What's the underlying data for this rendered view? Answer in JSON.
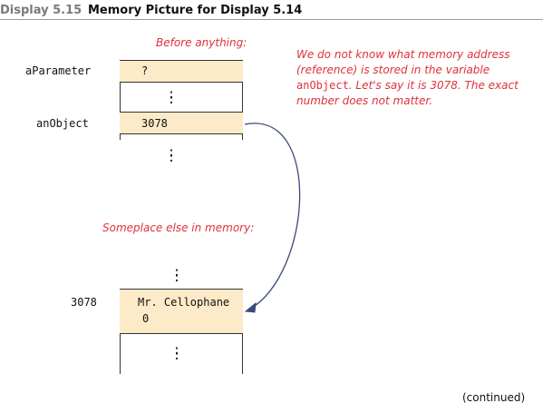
{
  "header": {
    "label": "Display 5.15",
    "title": "Memory Picture for Display 5.14"
  },
  "notes": {
    "before": "Before anything:",
    "elsewhere": "Someplace else in memory:",
    "explanation_part1": "We do not know what memory address (reference) is stored in the variable ",
    "explanation_code": "anObject",
    "explanation_part2": ". Let's say it is 3078. The exact number does not matter."
  },
  "variables": {
    "aParameter": {
      "name": "aParameter",
      "value": "?"
    },
    "anObject": {
      "name": "anObject",
      "value": "3078"
    }
  },
  "object": {
    "address": "3078",
    "line1": "Mr. Cellophane",
    "line2": "0"
  },
  "ellipsis": ":",
  "footer": {
    "continued": "(continued)"
  },
  "colors": {
    "cell_fill": "#fdeac8",
    "annotation": "#e0303a",
    "arrow": "#3d4a7a",
    "header_label": "#7a7a7a"
  }
}
